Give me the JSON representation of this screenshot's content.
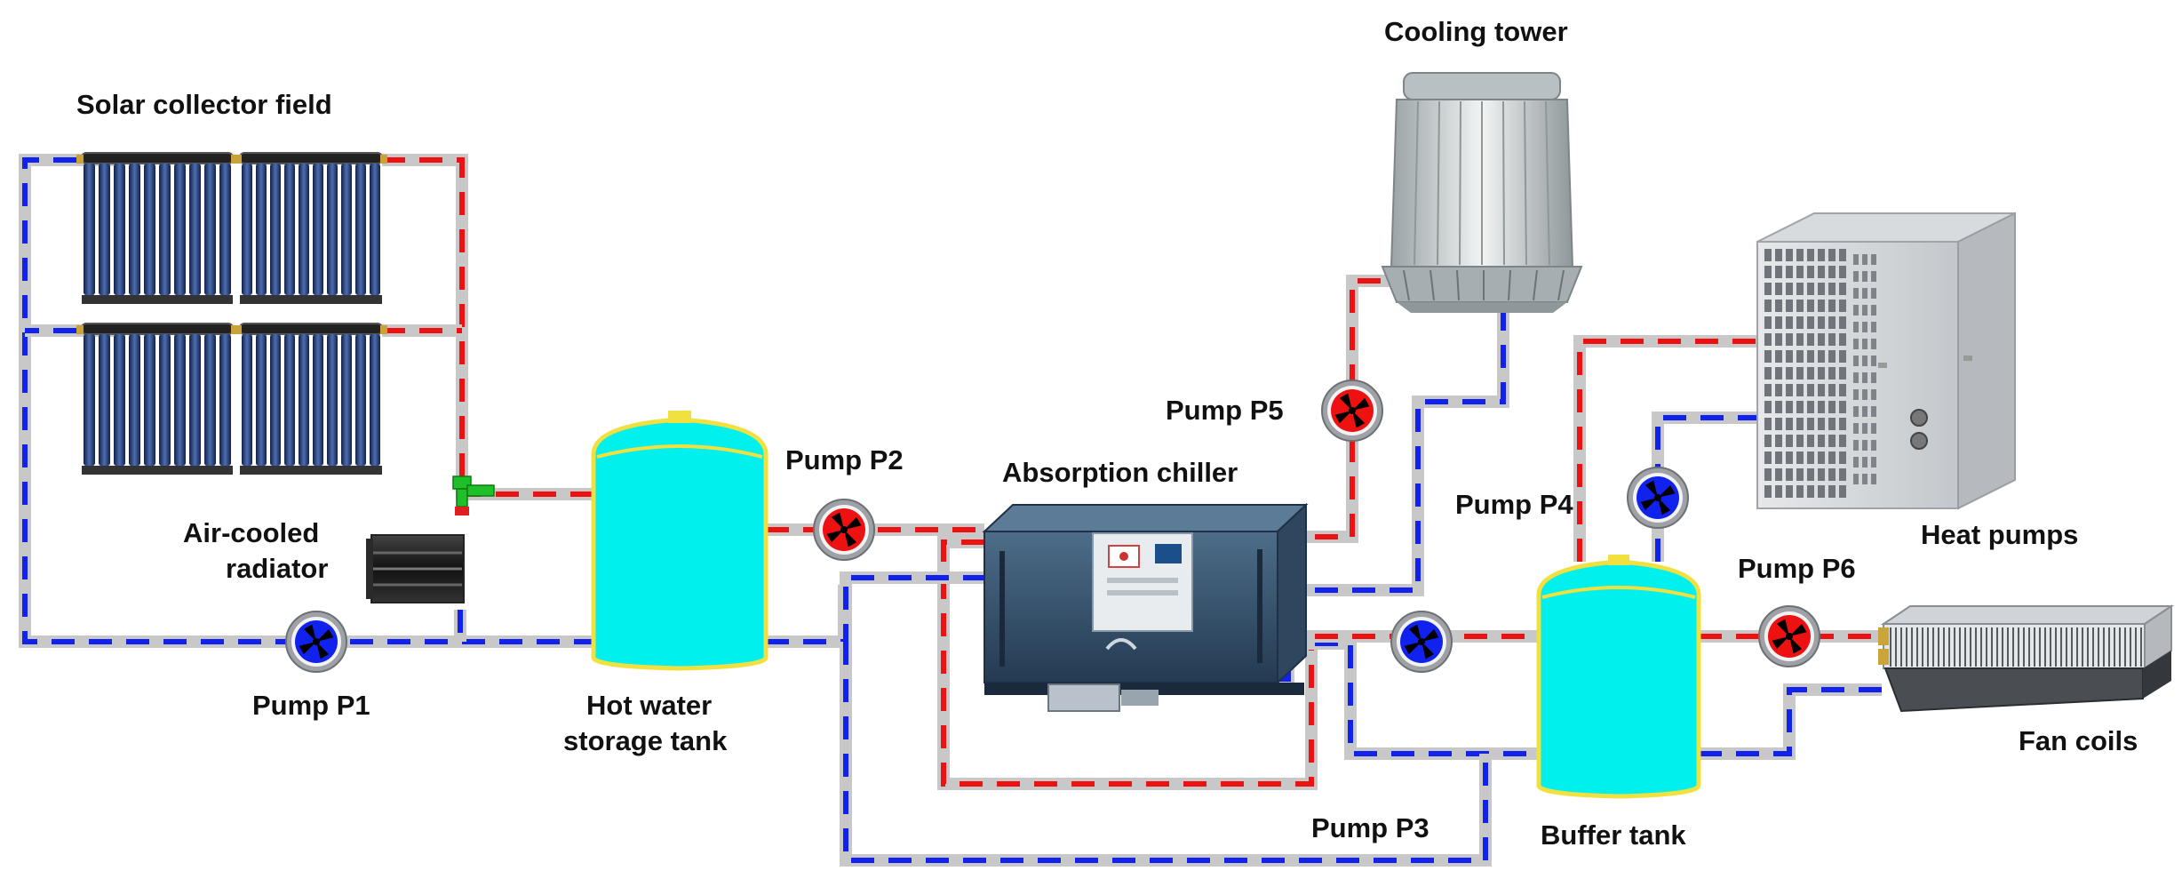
{
  "labels": {
    "solar_field": "Solar collector field",
    "cooling_tower": "Cooling tower",
    "pump_p1": "Pump P1",
    "pump_p2": "Pump P2",
    "pump_p3": "Pump P3",
    "pump_p4": "Pump P4",
    "pump_p5": "Pump P5",
    "pump_p6": "Pump P6",
    "absorption_chiller": "Absorption chiller",
    "air_cooled_1": "Air-cooled",
    "air_cooled_2": "radiator",
    "hot_water_1": "Hot water",
    "hot_water_2": "storage tank",
    "heat_pumps": "Heat pumps",
    "fan_coils": "Fan coils",
    "buffer_tank": "Buffer tank"
  },
  "colors": {
    "pipe": "#c8c8c8",
    "hot_dash": "#ee1111",
    "cold_dash": "#1122ee",
    "tank_fill": "#00f0ee",
    "tank_rim": "#f0e040",
    "pump_hot": "#ee1111",
    "pump_cold": "#1122ee"
  }
}
